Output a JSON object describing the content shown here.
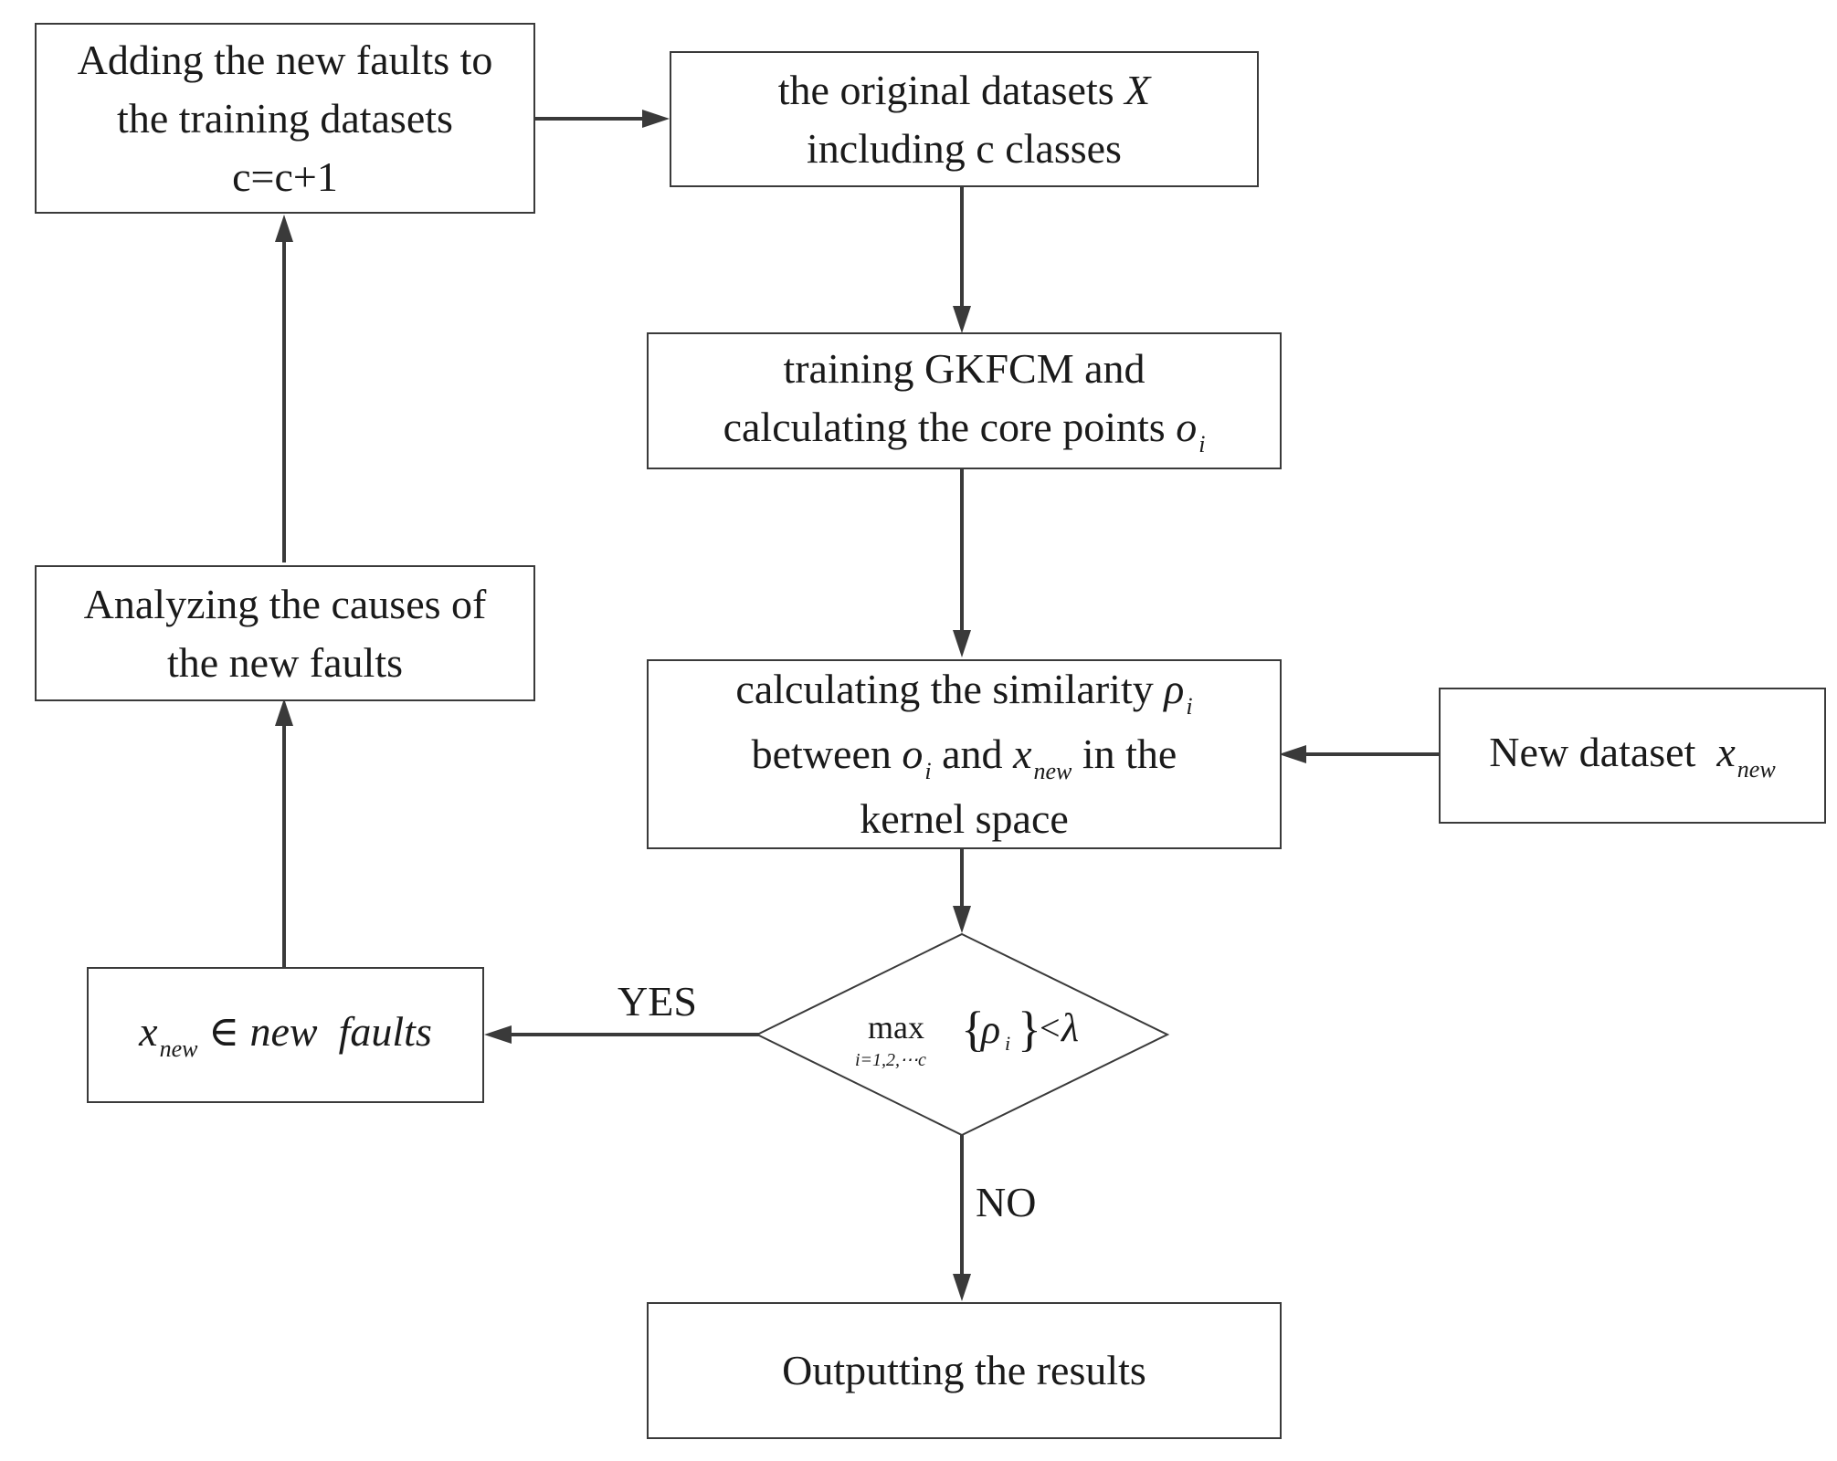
{
  "nodes": {
    "add_faults": {
      "lines": [
        "Adding the new faults to",
        "the training datasets",
        "c=c+1"
      ]
    },
    "original": {
      "line1": "the original datasets ",
      "line1_var": "X",
      "line2": "including c classes"
    },
    "training": {
      "line1": "training GKFCM and",
      "line2": "calculating the core points ",
      "var": "o",
      "var_sub": "i"
    },
    "similarity": {
      "line1": "calculating the similarity ",
      "rho": "ρ",
      "rho_sub": "i",
      "line2_a": "between ",
      "o": "o",
      "o_sub": "i",
      "line2_b": " and ",
      "x": "x",
      "x_sub": "new",
      "line2_c": " in the",
      "line3": "kernel space"
    },
    "new_dataset": {
      "label": "New dataset  ",
      "var": "x",
      "var_sub": "new"
    },
    "analyze": {
      "lines": [
        "Analyzing the causes of",
        "the new faults"
      ]
    },
    "new_faults": {
      "var": "x",
      "var_sub": "new",
      "symbol": " ∈ ",
      "text": "new  faults"
    },
    "decision": {
      "op": "max",
      "op_sub": "i=1,2,⋯c",
      "lbrace": "{",
      "rho": "ρ",
      "rho_sub": "i",
      "rbrace": "}",
      "lt": "<",
      "lambda": "λ"
    },
    "output": {
      "label": "Outputting the results"
    }
  },
  "edges": {
    "yes_label": "YES",
    "no_label": "NO"
  },
  "colors": {
    "stroke": "#3a3a3a",
    "text": "#1a1a1a"
  }
}
